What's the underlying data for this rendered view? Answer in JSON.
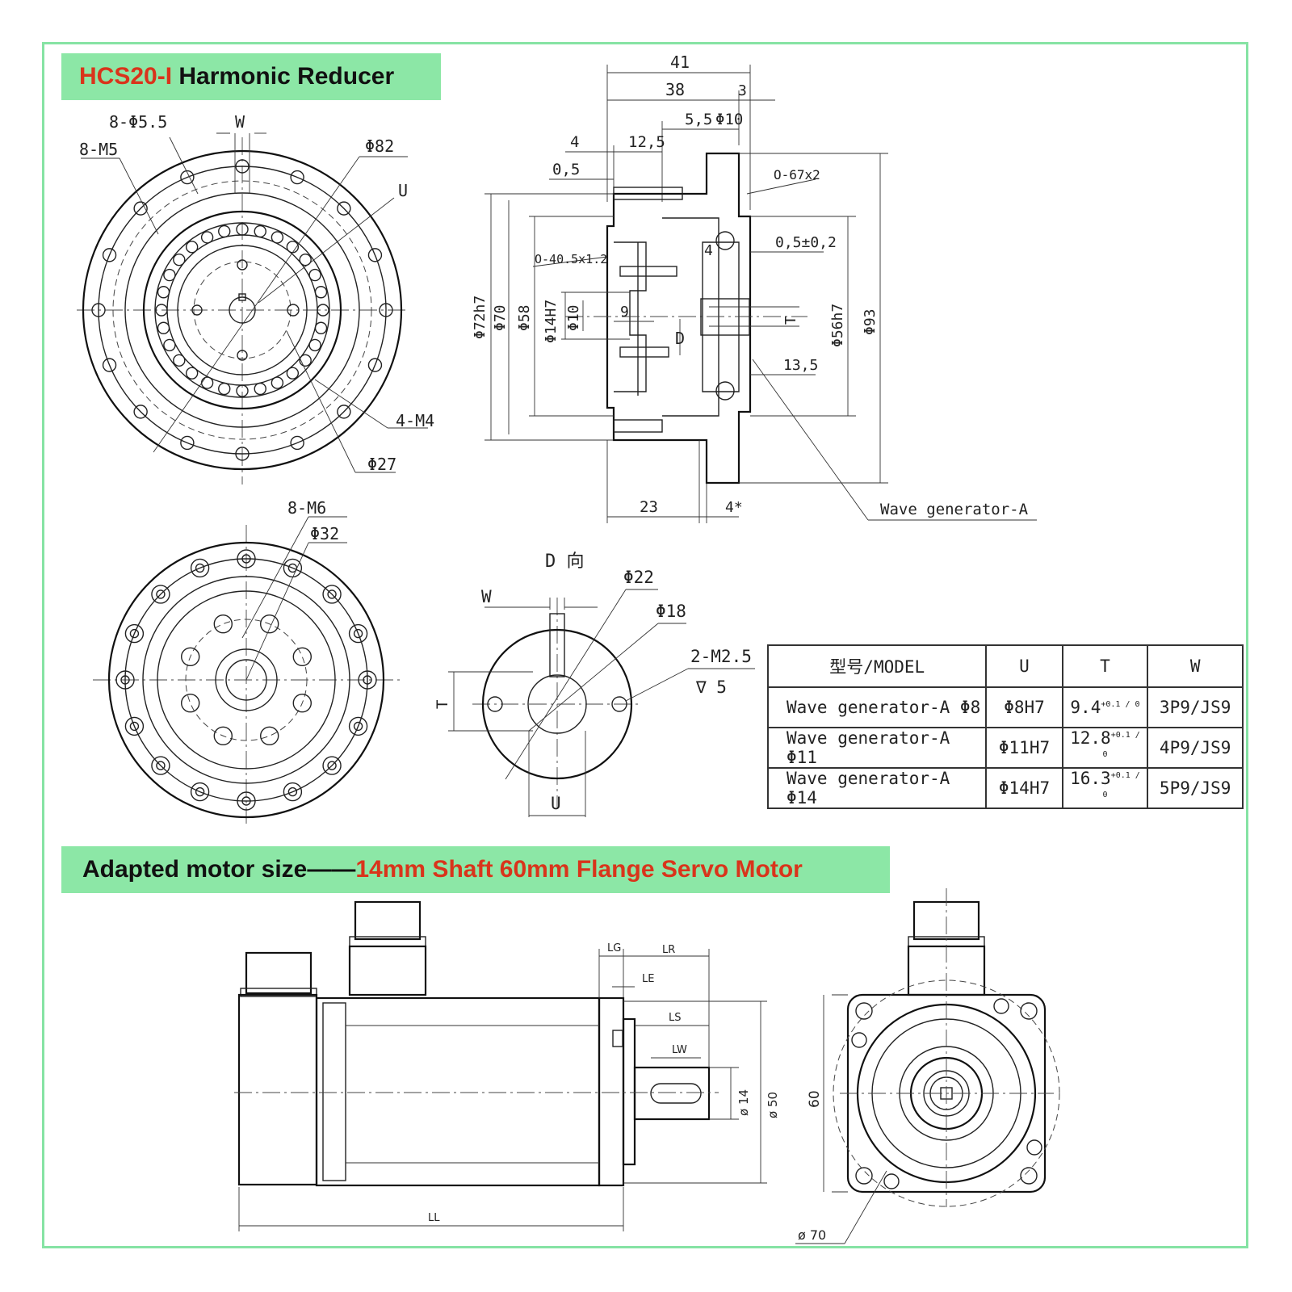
{
  "title": {
    "model": "HCS20-I",
    "name": " Harmonic Reducer"
  },
  "motor_banner": {
    "prefix": "Adapted motor size——",
    "highlight": "14mm Shaft 60mm Flange Servo Motor"
  },
  "front_view_labels": {
    "bolt_holes": "8-Φ5.5",
    "threads": "8-M5",
    "w": "W",
    "d82": "Φ82",
    "u": "U",
    "m4": "4-M4",
    "d27": "Φ27"
  },
  "section_view_labels": {
    "d41": "41",
    "d38": "38",
    "d3": "3",
    "d5_5": "5,5",
    "d10": "Φ10",
    "d4": "4",
    "d12_5": "12,5",
    "d0_5": "0,5",
    "oring_67": "O-67x2",
    "oring_40": "O-40.5x1.2",
    "d4b": "4",
    "tol_0_5": "0,5±0,2",
    "d72h7": "Φ72h7",
    "d70": "Φ70",
    "d58": "Φ58",
    "d14h7": "Φ14H7",
    "d9": "9",
    "t": "T",
    "d": "D",
    "d56h7": "Φ56h7",
    "d93": "Φ93",
    "d13_5": "13,5",
    "d23": "23",
    "d4star": "4*",
    "wave_gen": "Wave generator-A"
  },
  "rear_view_labels": {
    "m6": "8-M6",
    "d32": "Φ32"
  },
  "d_view_labels": {
    "title": "D 向",
    "w": "W",
    "d22": "Φ22",
    "d18": "Φ18",
    "m25": "2-M2.5",
    "depth": "∇ 5",
    "t": "T",
    "u": "U"
  },
  "table": {
    "headers": [
      "型号/MODEL",
      "U",
      "T",
      "W"
    ],
    "rows": [
      {
        "model": "Wave generator-A Φ8",
        "u": "Φ8H7",
        "t": "9.4",
        "t_tol": "+0.1 / 0",
        "w": "3P9/JS9"
      },
      {
        "model": "Wave generator-A Φ11",
        "u": "Φ11H7",
        "t": "12.8",
        "t_tol": "+0.1 / 0",
        "w": "4P9/JS9"
      },
      {
        "model": "Wave generator-A Φ14",
        "u": "Φ14H7",
        "t": "16.3",
        "t_tol": "+0.1 / 0",
        "w": "5P9/JS9"
      }
    ]
  },
  "motor_labels": {
    "lg": "LG",
    "lr": "LR",
    "le": "LE",
    "ls": "LS",
    "lw": "LW",
    "d14": "ø 14",
    "d50": "ø 50",
    "ll": "LL",
    "d60": "60",
    "d70": "ø 70"
  }
}
